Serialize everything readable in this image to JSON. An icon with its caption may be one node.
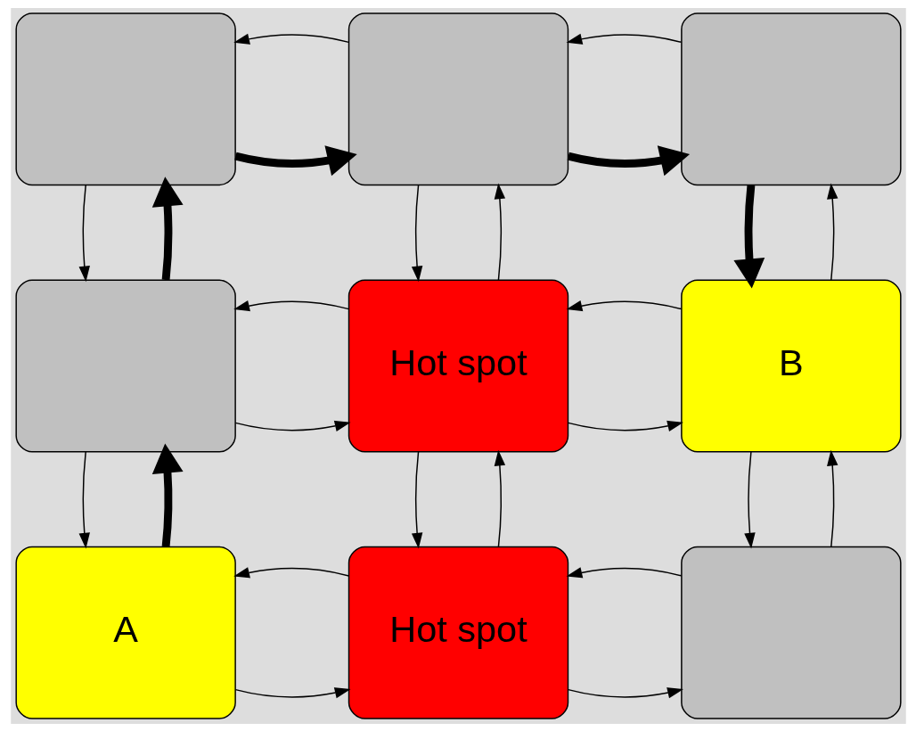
{
  "diagram": {
    "nodes": [
      {
        "text": [],
        "shape": "box"
      },
      {
        "text": [],
        "shape": "box"
      },
      {
        "text": [],
        "shape": "box"
      },
      {
        "text": [],
        "shape": "box"
      },
      {
        "text": [
          "Hot spot"
        ]
      },
      {
        "text": [
          "B"
        ]
      },
      {
        "text": [
          "A"
        ]
      },
      {
        "text": [
          "Hot spot"
        ]
      },
      {
        "text": [],
        "shape": "box"
      }
    ],
    "edges": [
      {
        "from": 0,
        "to": 1,
        "arrow": "to",
        "style": "thick"
      },
      {
        "from": 1,
        "to": 0,
        "arrow": "to"
      },
      {
        "from": 1,
        "to": 2,
        "arrow": "to",
        "style": "thick"
      },
      {
        "from": 2,
        "to": 1,
        "arrow": "to"
      },
      {
        "from": 0,
        "to": 3,
        "arrow": "to"
      },
      {
        "from": 3,
        "to": 0,
        "arrow": "to",
        "style": "thick"
      },
      {
        "from": 1,
        "to": 4,
        "arrow": "to"
      },
      {
        "from": 4,
        "to": 1,
        "arrow": "to"
      },
      {
        "from": 2,
        "to": 5,
        "arrow": "to",
        "style": "thick"
      },
      {
        "from": 5,
        "to": 2,
        "arrow": "to"
      },
      {
        "from": 3,
        "to": 4,
        "arrow": "to"
      },
      {
        "from": 4,
        "to": 3,
        "arrow": "to"
      },
      {
        "from": 4,
        "to": 5,
        "arrow": "to"
      },
      {
        "from": 5,
        "to": 4,
        "arrow": "to"
      },
      {
        "from": 3,
        "to": 6,
        "arrow": "to"
      },
      {
        "from": 6,
        "to": 3,
        "arrow": "to",
        "style": "thick"
      },
      {
        "from": 4,
        "to": 7,
        "arrow": "to"
      },
      {
        "from": 7,
        "to": 4,
        "arrow": "to"
      },
      {
        "from": 5,
        "to": 8,
        "arrow": "to"
      },
      {
        "from": 8,
        "to": 5,
        "arrow": "to"
      },
      {
        "from": 6,
        "to": 7,
        "arrow": "to"
      },
      {
        "from": 7,
        "to": 6,
        "arrow": "to"
      },
      {
        "from": 7,
        "to": 8,
        "arrow": "to"
      },
      {
        "from": 8,
        "to": 7,
        "arrow": "to"
      }
    ]
  }
}
